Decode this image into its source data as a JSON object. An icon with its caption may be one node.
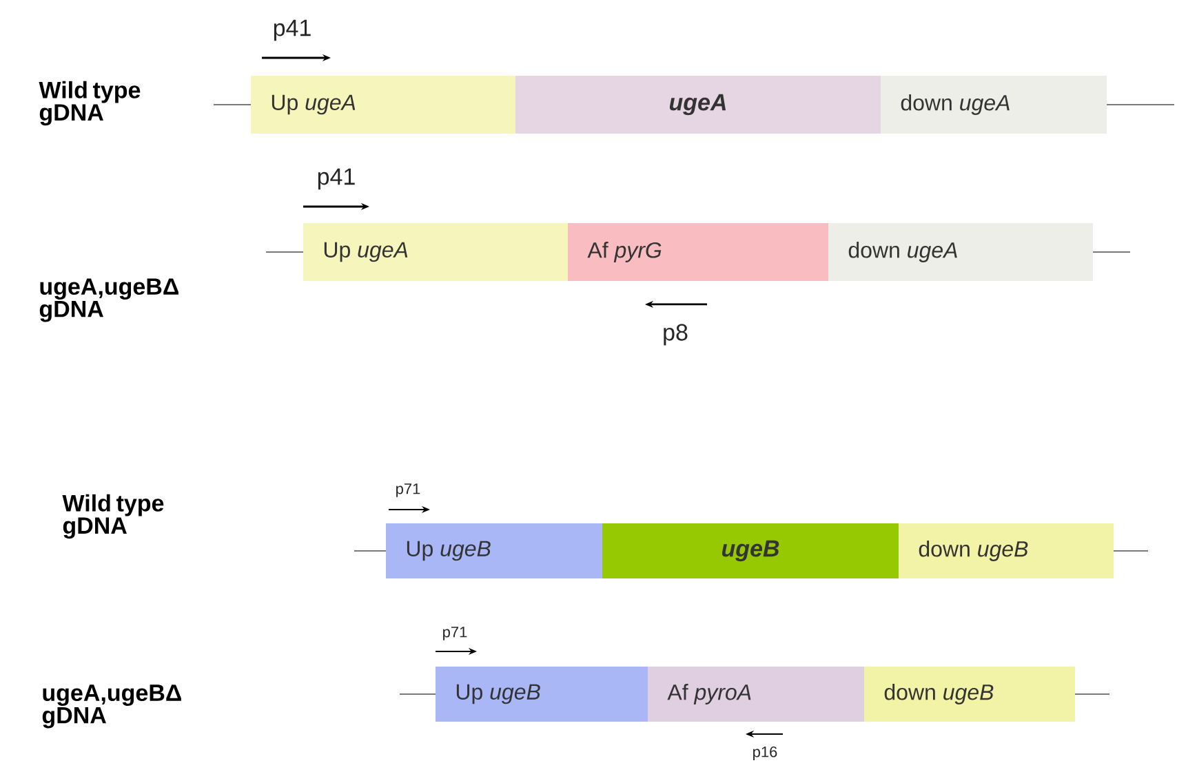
{
  "diagram": {
    "nodes": [
      {
        "text": [
          "Up *ugeA*"
        ]
      },
      {
        "text": [
          "ugeA"
        ]
      },
      {
        "text": [
          "down *ugeA*"
        ]
      },
      {
        "text": [
          "Up *ugeA*"
        ]
      },
      {
        "text": [
          "Af *pyrG*"
        ]
      },
      {
        "text": [
          "down *ugeA*"
        ]
      },
      {
        "text": [
          "Up *ugeB*"
        ]
      },
      {
        "text": [
          "ugeB"
        ]
      },
      {
        "text": [
          "down *ugeB*"
        ]
      },
      {
        "text": [
          "Up *ugeB*"
        ]
      },
      {
        "text": [
          "Af *pyroA*"
        ]
      },
      {
        "text": [
          "down *ugeB*"
        ]
      }
    ],
    "labels": [
      "p41",
      "Wild type gDNA",
      "p41",
      "ugeA,ugeBΔ gDNA",
      "p8",
      "Wild type gDNA",
      "p71",
      "p71",
      "ugeA,ugeBΔ gDNA",
      "p16"
    ]
  }
}
